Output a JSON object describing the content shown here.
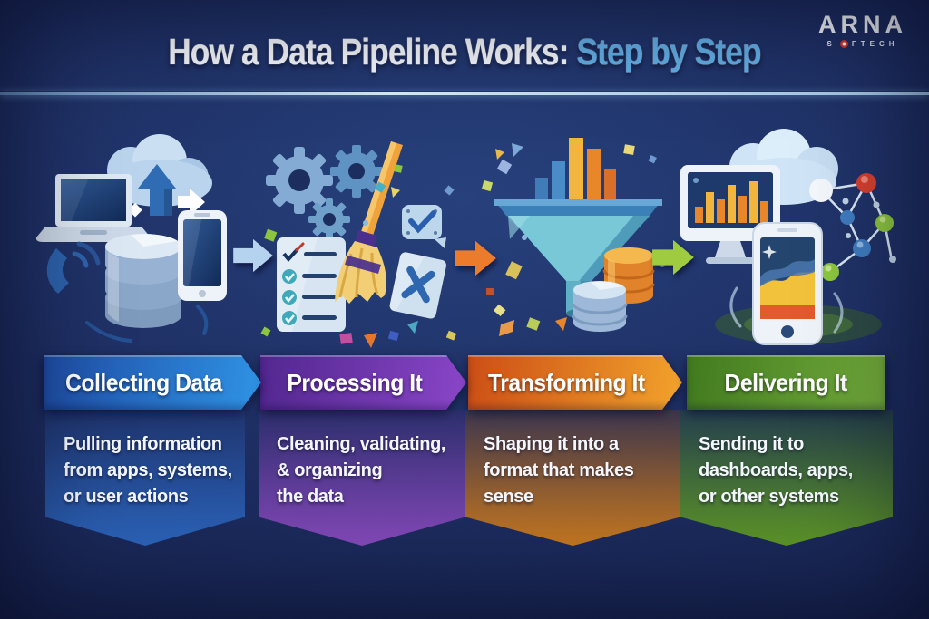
{
  "header": {
    "title_main": "How a Data Pipeline Works:",
    "title_accent": " Step by Step",
    "accent_color": "#62b0e8"
  },
  "logo": {
    "brand": "ARNA",
    "sub_pre": "S",
    "sub_post": "FTECH",
    "dot_color": "#d5372c"
  },
  "steps": [
    {
      "label": "Collecting Data",
      "description": "Pulling information\nfrom apps, systems,\nor user actions",
      "banner_from": "#1f4da6",
      "banner_to": "#2f93e4",
      "panel_top": "rgba(34,64,132,0.30)",
      "panel_bottom": "rgba(45,104,194,0.95)",
      "icons": [
        "cloud-upload-icon",
        "laptop-icon",
        "smartphone-icon",
        "database-icon",
        "phone-call-icon",
        "flow-arrow-icon"
      ]
    },
    {
      "label": "Processing It",
      "description": "Cleaning, validating,\n& organizing\nthe data",
      "banner_from": "#52278f",
      "banner_to": "#8a46c8",
      "panel_top": "rgba(72,40,122,0.30)",
      "panel_bottom": "rgba(140,76,194,0.95)",
      "icons": [
        "gear-icon",
        "checklist-icon",
        "broom-icon",
        "checkbox-icon",
        "reject-card-icon",
        "confetti-icon"
      ]
    },
    {
      "label": "Transforming It",
      "description": "Shaping it into a\nformat that makes\nsense",
      "banner_from": "#cc4e16",
      "banner_to": "#f2a32c",
      "panel_top": "rgba(124,64,20,0.30)",
      "panel_bottom": "rgba(210,126,30,0.95)",
      "icons": [
        "funnel-icon",
        "bar-chart-icon",
        "database-orange-icon",
        "database-blue-icon",
        "confetti-icon"
      ]
    },
    {
      "label": "Delivering It",
      "description": "Sending it to\ndashboards, apps,\nor other systems",
      "banner_from": "#41791f",
      "banner_to": "#74ad3c",
      "panel_top": "rgba(50,94,26,0.30)",
      "panel_bottom": "rgba(98,158,38,0.95)",
      "icons": [
        "dashboard-monitor-icon",
        "chart-phone-icon",
        "cloud-icon",
        "network-nodes-icon"
      ]
    }
  ],
  "arrows": [
    {
      "name": "arrow-collect-to-process",
      "color": "#b5d2ee"
    },
    {
      "name": "arrow-process-to-transform",
      "color": "#ec7c2c"
    },
    {
      "name": "arrow-transform-to-deliver",
      "color": "#9fcb40"
    }
  ]
}
